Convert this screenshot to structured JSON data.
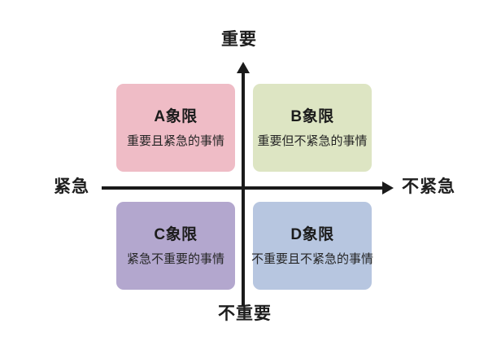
{
  "diagram": {
    "type": "eisenhower-matrix",
    "axes": {
      "top_label": "重要",
      "bottom_label": "不重要",
      "left_label": "紧急",
      "right_label": "不紧急"
    },
    "quadrants": [
      {
        "id": "A",
        "title": "A象限",
        "description": "重要且紧急的事情",
        "color": "#efbcc6"
      },
      {
        "id": "B",
        "title": "B象限",
        "description": "重要但不紧急的事情",
        "color": "#dde5c3"
      },
      {
        "id": "C",
        "title": "C象限",
        "description": "紧急不重要的事情",
        "color": "#b3a7ce"
      },
      {
        "id": "D",
        "title": "D象限",
        "description": "不重要且不紧急的事情",
        "color": "#b7c6e0"
      }
    ],
    "colors": {
      "background": "#ffffff",
      "axis": "#1a1a1a",
      "text": "#1e1e1e"
    }
  }
}
